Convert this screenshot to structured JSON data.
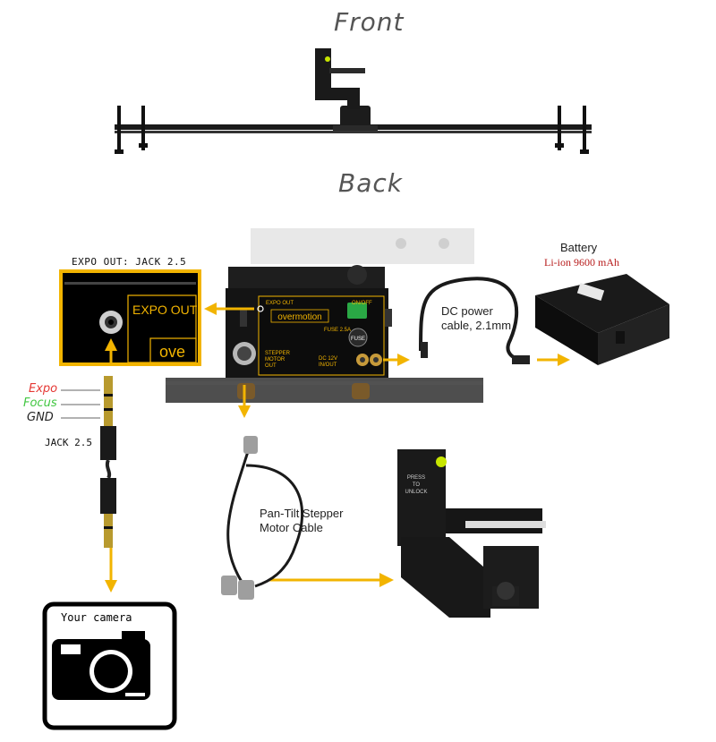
{
  "headings": {
    "front": "Front",
    "back": "Back"
  },
  "expo_panel": {
    "title": "EXPO OUT: JACK 2.5",
    "plate_text": "EXPO OUT",
    "logo_fragment": "ove"
  },
  "controller": {
    "expo_out": "EXPO OUT",
    "on_off": "ON/OFF",
    "brand": "overmotion",
    "fuse_label": "FUSE",
    "fuse_rating": "FUSE 2.5A",
    "stepper_out": [
      "STEPPER",
      "MOTOR",
      "OUT"
    ],
    "dc_in": [
      "DC 12V",
      "IN/OUT"
    ]
  },
  "dc_cable": {
    "label_line1": "DC power",
    "label_line2": "cable, 2.1mm"
  },
  "battery": {
    "label": "Battery",
    "spec": "Li-ion 9600 mAh"
  },
  "jack": {
    "pins": [
      {
        "label": "Expo",
        "color": "#e53935"
      },
      {
        "label": "Focus",
        "color": "#43c743"
      },
      {
        "label": "GND",
        "color": "#222222"
      }
    ],
    "name": "JACK 2.5"
  },
  "camera": {
    "label": "Your camera"
  },
  "stepper_cable": {
    "label_line1": "Pan-Tilt Stepper",
    "label_line2": "Motor Cable"
  },
  "pan_tilt": {
    "lock_text": [
      "PRESS",
      "TO",
      "UNLOCK"
    ]
  },
  "colors": {
    "accent": "#f2b400",
    "battery_spec": "#b71c1c"
  }
}
